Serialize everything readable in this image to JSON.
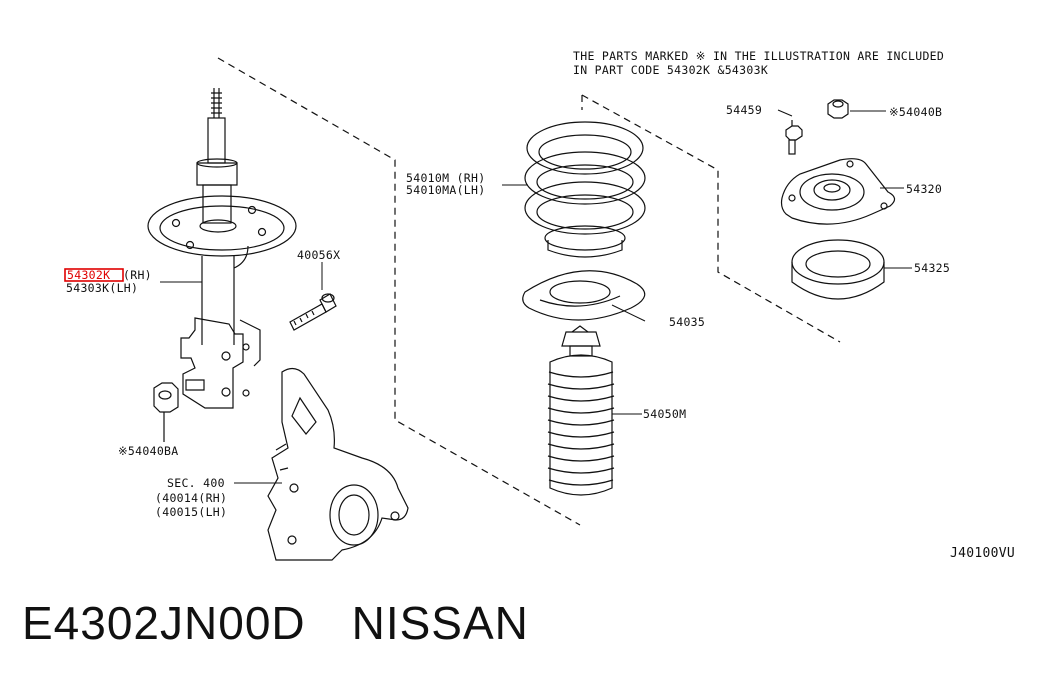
{
  "diagram": {
    "note_line1": "THE PARTS MARKED  ※  IN THE ILLUSTRATION ARE INCLUDED",
    "note_line2": "IN PART CODE 54302K &54303K",
    "callouts": {
      "strut_rh": "54302K",
      "strut_rh_suffix": "(RH)",
      "strut_lh": "54303K(LH)",
      "bolt": "40056X",
      "nut_lower": "※54040BA",
      "knuckle_sec": "SEC. 400",
      "knuckle_rh": "(40014(RH)",
      "knuckle_lh": "(40015(LH)",
      "spring_rh": "54010M  (RH)",
      "spring_lh": "54010MA(LH)",
      "seat": "54035",
      "bumper": "54050M",
      "mount_bolt": "54459",
      "mount_nut": "※54040B",
      "mount": "54320",
      "bearing": "54325"
    },
    "drawing_code": "J40100VU",
    "highlight_color": "#e00000"
  },
  "footer": {
    "part_number": "E4302JN00D",
    "brand": "NISSAN"
  }
}
